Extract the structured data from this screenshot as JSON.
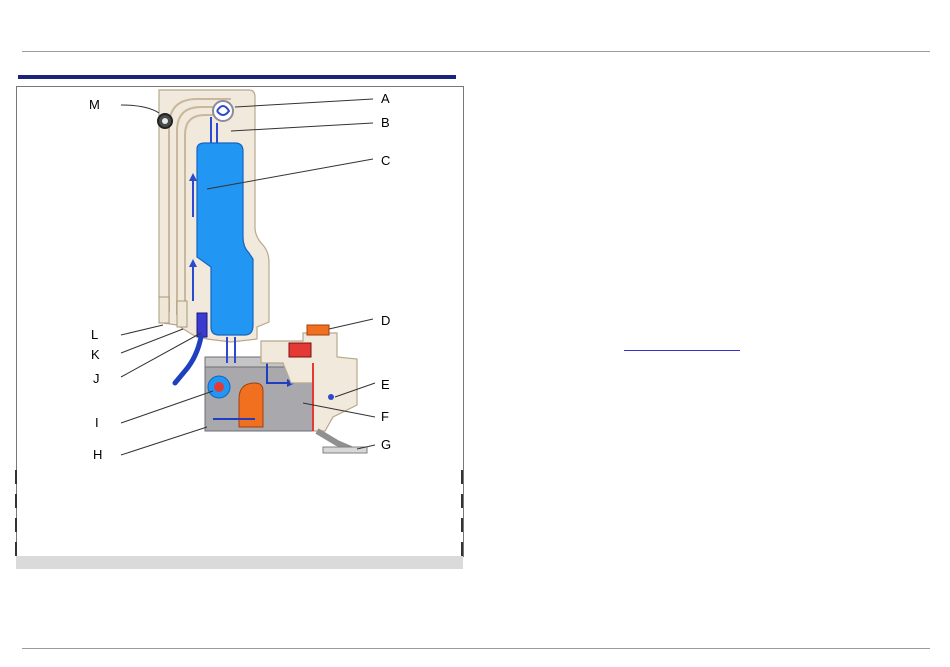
{
  "diagram": {
    "labels": [
      "A",
      "B",
      "C",
      "D",
      "E",
      "F",
      "G",
      "H",
      "I",
      "J",
      "K",
      "L",
      "M"
    ]
  },
  "colors": {
    "accent_bar": "#1a237e",
    "water_blue": "#2196f3",
    "flow_blue": "#1e40c0",
    "body_beige": "#efe6d6",
    "tank_grey": "#a9a9ad",
    "pump_orange": "#f07020"
  }
}
